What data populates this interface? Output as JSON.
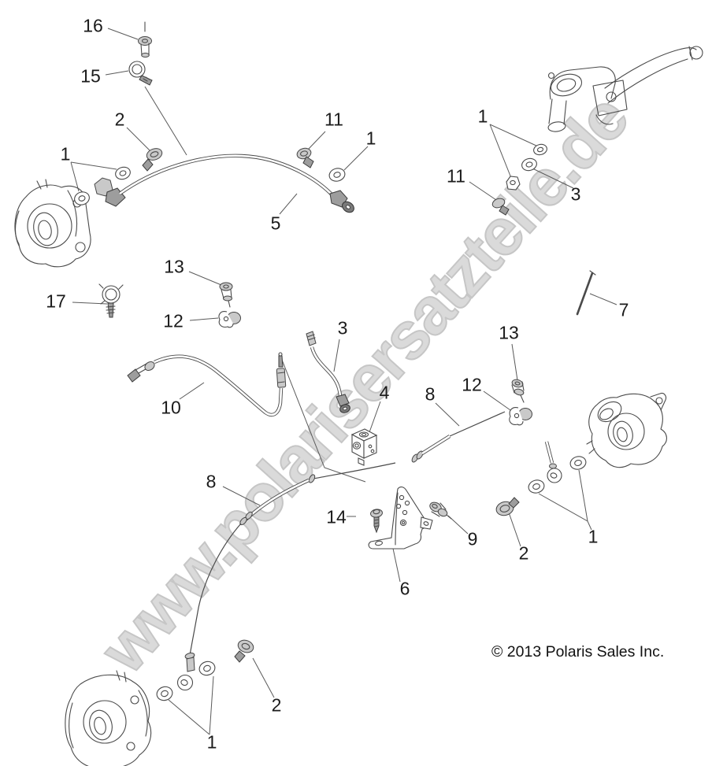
{
  "diagram": {
    "watermark": "www.polarisersatzteile.de",
    "copyright": "© 2013 Polaris Sales Inc.",
    "line_color": "#4a4a4a",
    "watermark_color": "#d9d9d9",
    "background": "#ffffff"
  },
  "callouts": [
    {
      "label": "16"
    },
    {
      "label": "15"
    },
    {
      "label": "2"
    },
    {
      "label": "1"
    },
    {
      "label": "11"
    },
    {
      "label": "1"
    },
    {
      "label": "1"
    },
    {
      "label": "11"
    },
    {
      "label": "3"
    },
    {
      "label": "5"
    },
    {
      "label": "13"
    },
    {
      "label": "17"
    },
    {
      "label": "12"
    },
    {
      "label": "7"
    },
    {
      "label": "3"
    },
    {
      "label": "10"
    },
    {
      "label": "4"
    },
    {
      "label": "8"
    },
    {
      "label": "13"
    },
    {
      "label": "12"
    },
    {
      "label": "8"
    },
    {
      "label": "14"
    },
    {
      "label": "9"
    },
    {
      "label": "6"
    },
    {
      "label": "2"
    },
    {
      "label": "1"
    },
    {
      "label": "2"
    },
    {
      "label": "1"
    }
  ],
  "parts": [
    {
      "name": "front-left-caliper"
    },
    {
      "name": "front-brake-line"
    },
    {
      "name": "master-cylinder-assembly"
    },
    {
      "name": "front-brake-line-2"
    },
    {
      "name": "rear-right-caliper"
    },
    {
      "name": "rear-left-caliper"
    },
    {
      "name": "rear-brake-line"
    },
    {
      "name": "brake-hose-segment"
    },
    {
      "name": "junction-block"
    },
    {
      "name": "mounting-bracket"
    },
    {
      "name": "bleed-rod"
    },
    {
      "name": "banjo-bolts-washers-clamps-clips"
    }
  ]
}
